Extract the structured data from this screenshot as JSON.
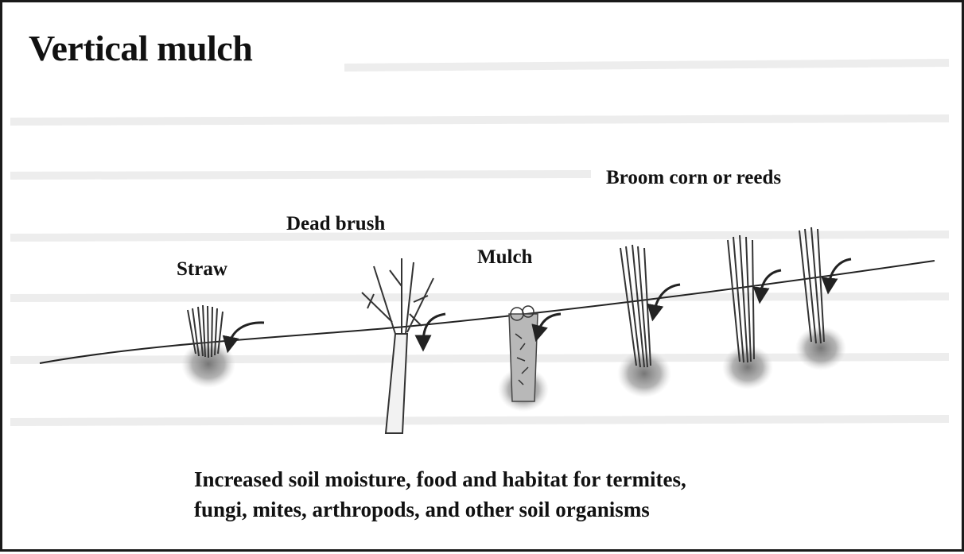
{
  "title": "Vertical mulch",
  "labels": {
    "straw": "Straw",
    "dead_brush": "Dead brush",
    "mulch": "Mulch",
    "broom_corn": "Broom corn or reeds"
  },
  "caption": {
    "line1": "Increased soil moisture, food and habitat for termites,",
    "line2": "fungi, mites, arthropods, and other soil organisms"
  }
}
